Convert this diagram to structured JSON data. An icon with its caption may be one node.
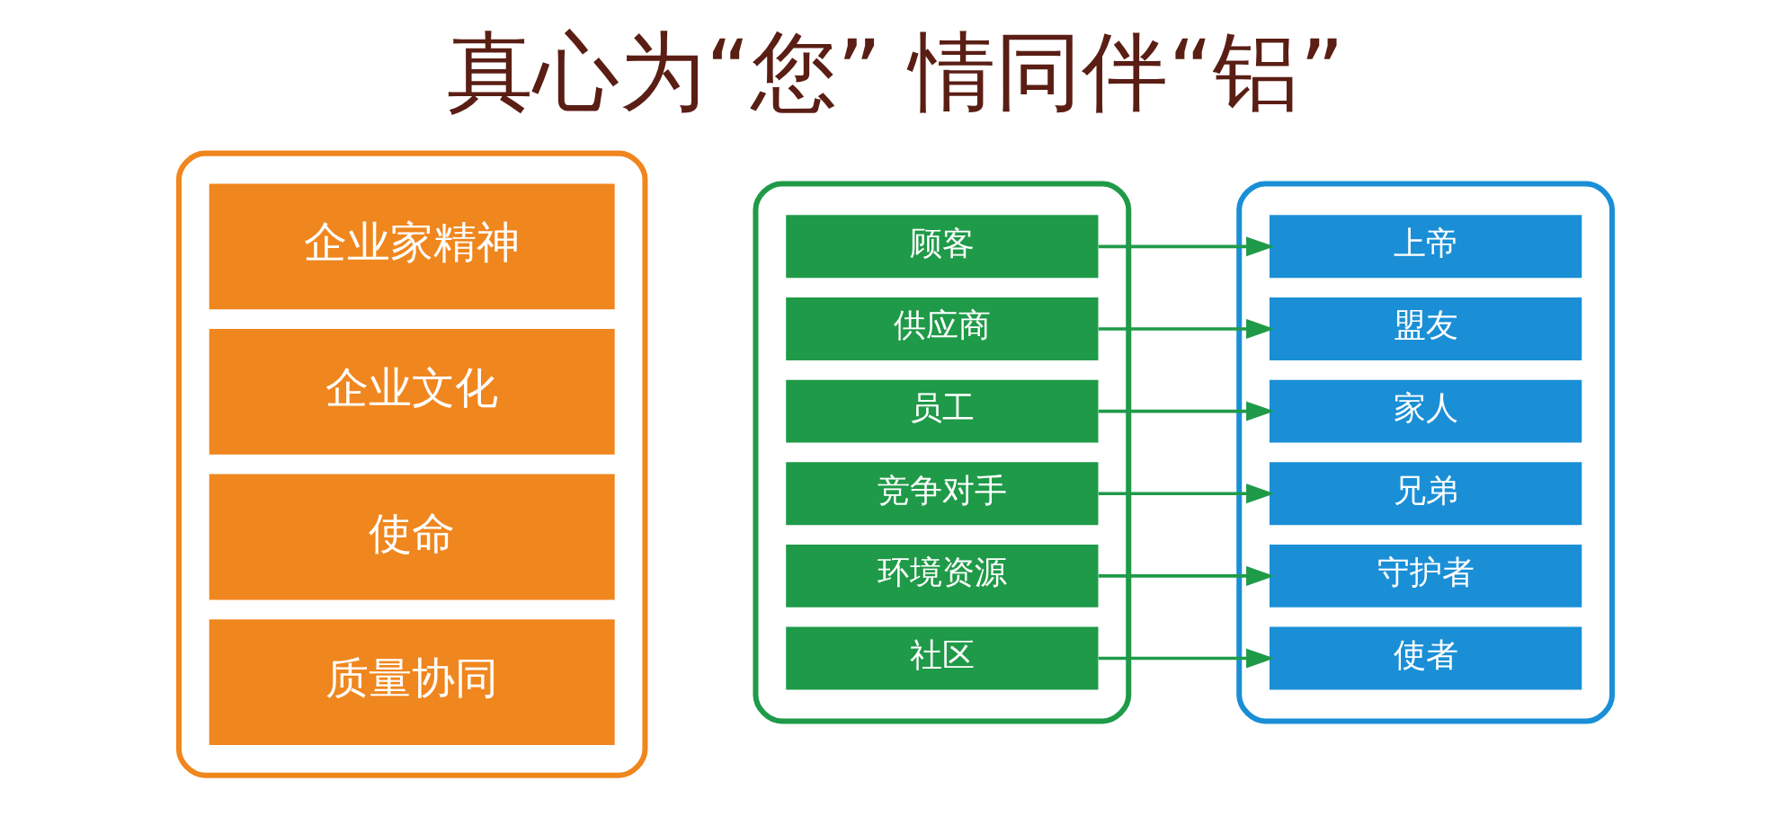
{
  "diagram": {
    "title": "真心为“您” 情同伴“铝”",
    "nodes": [
      {
        "text": [],
        "shape": "box"
      },
      {
        "text": [
          "企业家精神"
        ],
        "in": 0
      },
      {
        "text": [
          "企业文化"
        ],
        "in": 0
      },
      {
        "text": [
          "使命"
        ],
        "in": 0
      },
      {
        "text": [
          "质量协同"
        ],
        "in": 0
      },
      {
        "text": [],
        "shape": "box"
      },
      {
        "text": [
          "顾客"
        ],
        "in": 5
      },
      {
        "text": [
          "供应商"
        ],
        "in": 5
      },
      {
        "text": [
          "员工"
        ],
        "in": 5
      },
      {
        "text": [
          "竞争对手"
        ],
        "in": 5
      },
      {
        "text": [
          "环境资源"
        ],
        "in": 5
      },
      {
        "text": [
          "社区"
        ],
        "in": 5
      },
      {
        "text": [],
        "shape": "box"
      },
      {
        "text": [
          "上帝"
        ],
        "in": 12
      },
      {
        "text": [
          "盟友"
        ],
        "in": 12
      },
      {
        "text": [
          "家人"
        ],
        "in": 12
      },
      {
        "text": [
          "兄弟"
        ],
        "in": 12
      },
      {
        "text": [
          "守护者"
        ],
        "in": 12
      },
      {
        "text": [
          "使者"
        ],
        "in": 12
      }
    ],
    "edges": [
      {
        "from": 6,
        "to": 13,
        "arrow": "to"
      },
      {
        "from": 7,
        "to": 14,
        "arrow": "to"
      },
      {
        "from": 8,
        "to": 15,
        "arrow": "to"
      },
      {
        "from": 9,
        "to": 16,
        "arrow": "to"
      },
      {
        "from": 10,
        "to": 17,
        "arrow": "to"
      },
      {
        "from": 11,
        "to": 18,
        "arrow": "to"
      }
    ]
  }
}
